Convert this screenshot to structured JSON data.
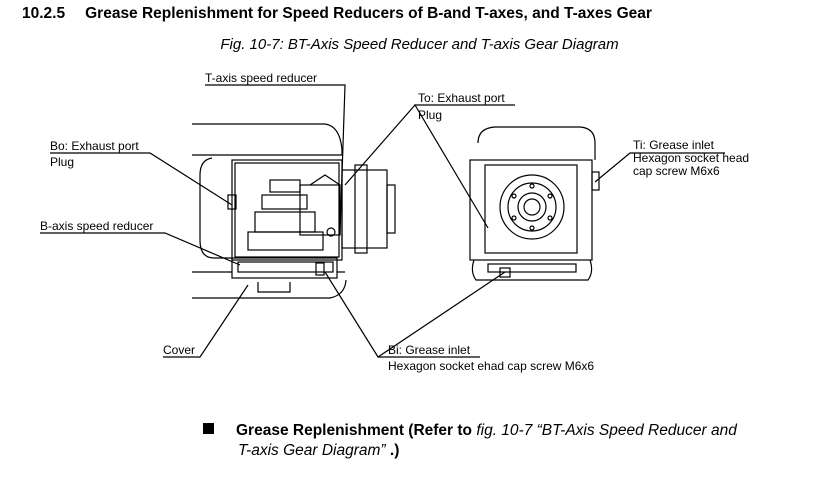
{
  "section": {
    "number": "10.2.5",
    "title": "Grease Replenishment for Speed Reducers of B-and T-axes, and T-axes Gear"
  },
  "figure": {
    "caption": "Fig. 10-7: BT-Axis Speed Reducer and T-axis Gear Diagram",
    "labels": {
      "t_axis_reducer": "T-axis speed reducer",
      "to_exhaust": "To: Exhaust port",
      "to_plug": "Plug",
      "bo_exhaust": "Bo: Exhaust port",
      "bo_plug": "Plug",
      "b_axis_reducer": "B-axis speed reducer",
      "ti_grease": "Ti: Grease inlet",
      "ti_screw1": "Hexagon socket head",
      "ti_screw2": "cap screw M6x6",
      "cover": "Cover",
      "bi_grease": "Bi: Grease inlet",
      "bi_screw": "Hexagon socket ehad cap screw M6x6"
    }
  },
  "bullet": {
    "bold_part": "Grease Replenishment (Refer to",
    "italic_part": "fig. 10-7  “BT-Axis Speed Reducer and",
    "italic_part2": "T-axis Gear Diagram”",
    "bold_end": ".)"
  }
}
